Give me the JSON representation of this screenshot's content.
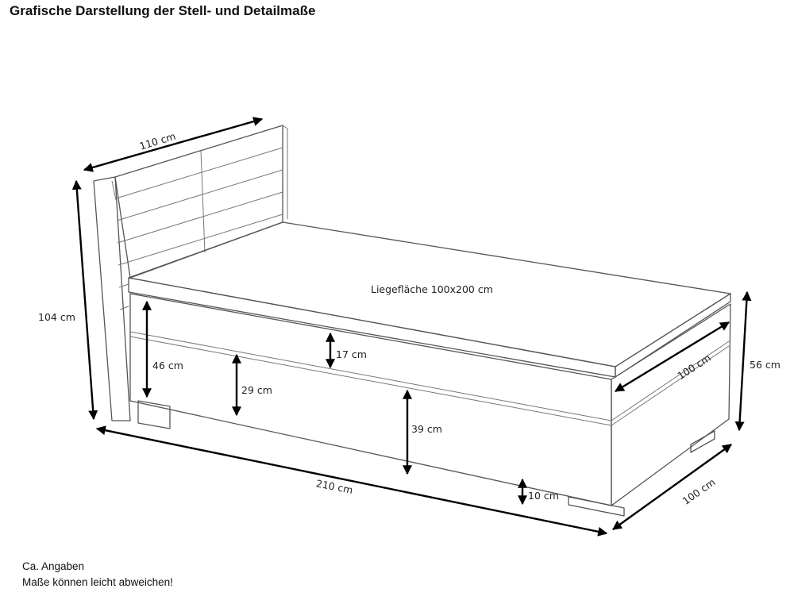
{
  "title": "Grafische Darstellung der Stell- und Detailmaße",
  "dimensions": {
    "headboard_width": "110 cm",
    "total_height": "104 cm",
    "lying_surface": "Liegefläche 100x200 cm",
    "topper_height": "17 cm",
    "side_height_left": "46 cm",
    "box_height": "29 cm",
    "box_height_center": "39 cm",
    "surface_width": "100 cm",
    "side_height_right": "56 cm",
    "total_length": "210 cm",
    "feet_height": "10 cm",
    "total_width": "100 cm"
  },
  "notes": {
    "line1": "Ca. Angaben",
    "line2": "Maße können leicht abweichen!"
  }
}
